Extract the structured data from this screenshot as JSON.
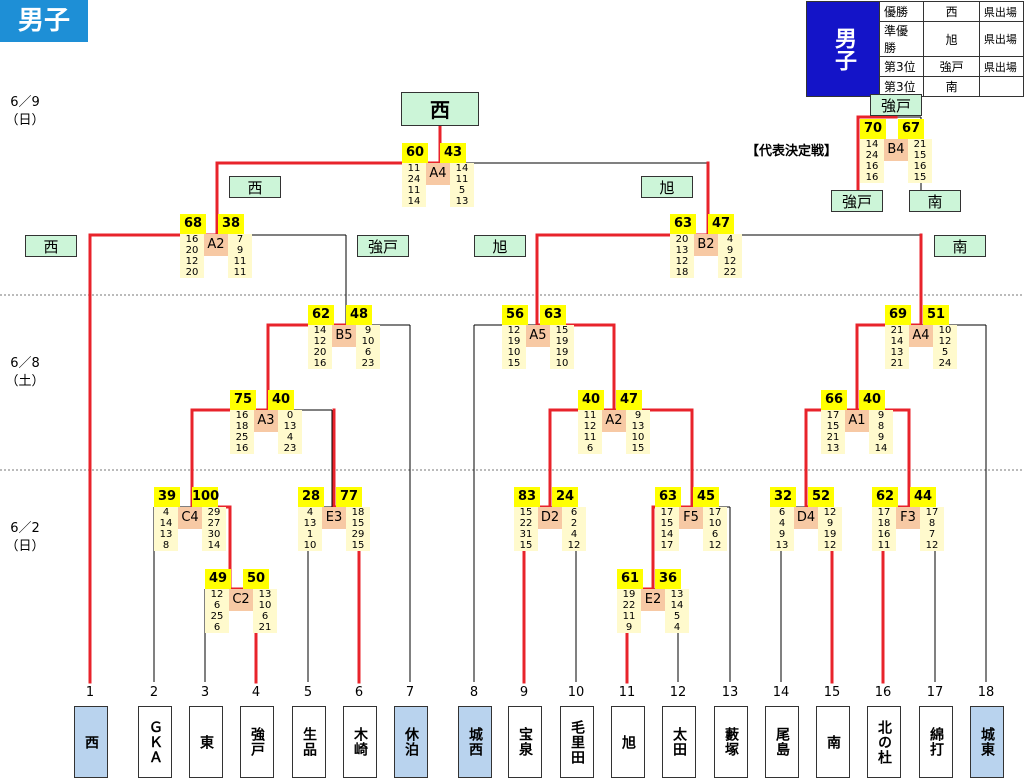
{
  "title": "男子",
  "dates": [
    {
      "line1": "6／9",
      "line2": "（日）"
    },
    {
      "line1": "6／8",
      "line2": "（土）"
    },
    {
      "line1": "6／2",
      "line2": "（日）"
    }
  ],
  "legend": {
    "header": "男子",
    "rows": [
      {
        "rank": "優勝",
        "team": "西",
        "note": "県出場"
      },
      {
        "rank": "準優勝",
        "team": "旭",
        "note": "県出場"
      },
      {
        "rank": "第3位",
        "team": "強戸",
        "note": "県出場"
      },
      {
        "rank": "第3位",
        "team": "南",
        "note": ""
      }
    ]
  },
  "playoff_label": "【代表決定戦】",
  "teams": [
    {
      "num": "1",
      "name": "西",
      "highlight": true
    },
    {
      "num": "2",
      "name": "ＧＫＡ",
      "highlight": false
    },
    {
      "num": "3",
      "name": "東",
      "highlight": false
    },
    {
      "num": "4",
      "name": "強戸",
      "highlight": false
    },
    {
      "num": "5",
      "name": "生品",
      "highlight": false
    },
    {
      "num": "6",
      "name": "木崎",
      "highlight": false
    },
    {
      "num": "7",
      "name": "休泊",
      "highlight": true
    },
    {
      "num": "8",
      "name": "城西",
      "highlight": true
    },
    {
      "num": "9",
      "name": "宝泉",
      "highlight": false
    },
    {
      "num": "10",
      "name": "毛里田",
      "highlight": false
    },
    {
      "num": "11",
      "name": "旭",
      "highlight": false
    },
    {
      "num": "12",
      "name": "太田",
      "highlight": false
    },
    {
      "num": "13",
      "name": "藪塚",
      "highlight": false
    },
    {
      "num": "14",
      "name": "尾島",
      "highlight": false
    },
    {
      "num": "15",
      "name": "南",
      "highlight": false
    },
    {
      "num": "16",
      "name": "北の杜",
      "highlight": false
    },
    {
      "num": "17",
      "name": "綿打",
      "highlight": false
    },
    {
      "num": "18",
      "name": "城東",
      "highlight": true
    }
  ],
  "winner_boxes": {
    "champion": "西",
    "semi_left": "西",
    "semi_right": "旭",
    "q1": "西",
    "q2": "強戸",
    "q3": "旭",
    "q4": "南",
    "po_top": "強戸",
    "po_left": "強戸",
    "po_right": "南"
  },
  "matches": [
    {
      "id": "C4",
      "left": "39",
      "right": "100",
      "ls": "4\n14\n13\n8",
      "rs": "29\n27\n30\n14"
    },
    {
      "id": "C2",
      "left": "49",
      "right": "50",
      "ls": "12\n6\n25\n6",
      "rs": "13\n10\n6\n21"
    },
    {
      "id": "E3",
      "left": "28",
      "right": "77",
      "ls": "4\n13\n1\n10",
      "rs": "18\n15\n29\n15"
    },
    {
      "id": "A3",
      "left": "75",
      "right": "40",
      "ls": "16\n18\n25\n16",
      "rs": "0\n13\n4\n23"
    },
    {
      "id": "B5",
      "left": "62",
      "right": "48",
      "ls": "14\n12\n20\n16",
      "rs": "9\n10\n6\n23"
    },
    {
      "id": "A2",
      "left": "68",
      "right": "38",
      "ls": "16\n20\n12\n20",
      "rs": "7\n9\n11\n11"
    },
    {
      "id": "D2",
      "left": "83",
      "right": "24",
      "ls": "15\n22\n31\n15",
      "rs": "6\n2\n4\n12"
    },
    {
      "id": "E2",
      "left": "61",
      "right": "36",
      "ls": "19\n22\n11\n9",
      "rs": "13\n14\n5\n4"
    },
    {
      "id": "F5",
      "left": "63",
      "right": "45",
      "ls": "17\n15\n14\n17",
      "rs": "17\n10\n6\n12"
    },
    {
      "id": "A2",
      "left": "40",
      "right": "47",
      "ls": "11\n12\n11\n6",
      "rs": "9\n13\n10\n15"
    },
    {
      "id": "A5",
      "left": "56",
      "right": "63",
      "ls": "12\n19\n10\n15",
      "rs": "15\n19\n19\n10"
    },
    {
      "id": "D4",
      "left": "32",
      "right": "52",
      "ls": "6\n4\n9\n13",
      "rs": "12\n9\n19\n12"
    },
    {
      "id": "F3",
      "left": "62",
      "right": "44",
      "ls": "17\n18\n16\n11",
      "rs": "17\n8\n7\n12"
    },
    {
      "id": "A1",
      "left": "66",
      "right": "40",
      "ls": "17\n15\n21\n13",
      "rs": "9\n8\n9\n14"
    },
    {
      "id": "A4",
      "left": "69",
      "right": "51",
      "ls": "21\n14\n13\n21",
      "rs": "10\n12\n5\n24"
    },
    {
      "id": "B2",
      "left": "63",
      "right": "47",
      "ls": "20\n13\n12\n18",
      "rs": "4\n9\n12\n22"
    },
    {
      "id": "A4",
      "left": "60",
      "right": "43",
      "ls": "11\n24\n11\n14",
      "rs": "14\n11\n5\n13"
    },
    {
      "id": "B4",
      "left": "70",
      "right": "67",
      "ls": "14\n24\n16\n16",
      "rs": "21\n15\n16\n15"
    }
  ]
}
